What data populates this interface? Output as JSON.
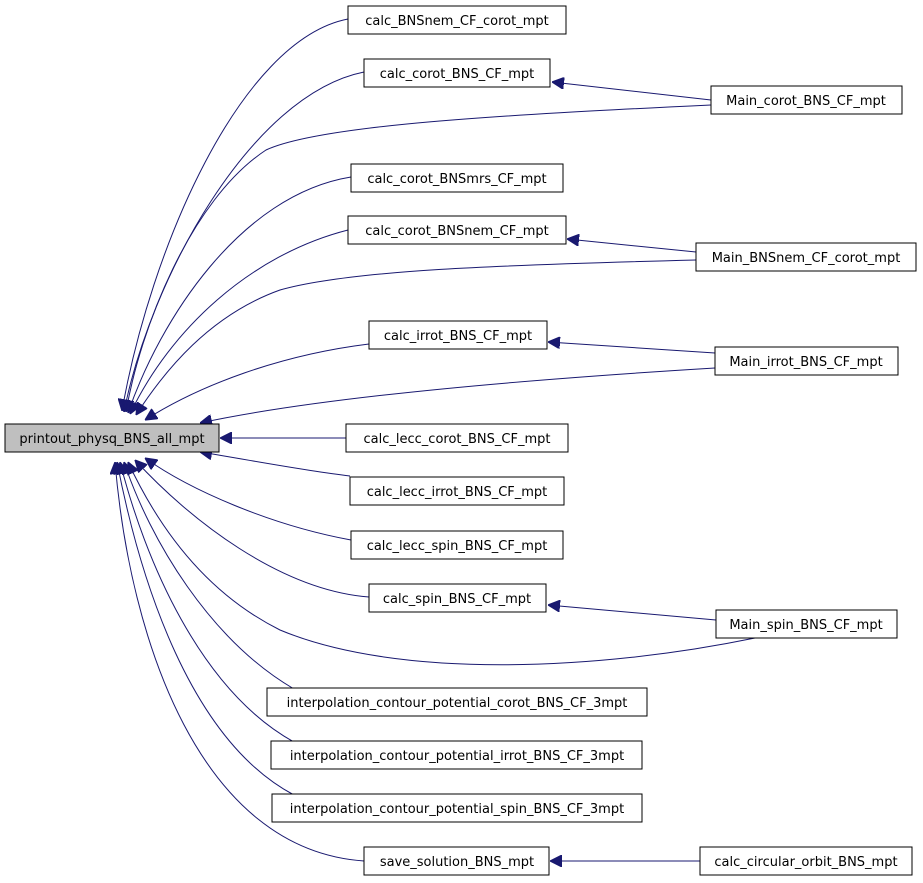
{
  "colors": {
    "edge": "#191970",
    "node_border": "#000000",
    "node_fill": "#ffffff",
    "root_fill": "#bfbfbf"
  },
  "nodes": {
    "root": "printout_physq_BNS_all_mpt",
    "n1": "calc_BNSnem_CF_corot_mpt",
    "n2": "calc_corot_BNS_CF_mpt",
    "n3": "Main_corot_BNS_CF_mpt",
    "n4": "calc_corot_BNSmrs_CF_mpt",
    "n5": "calc_corot_BNSnem_CF_mpt",
    "n6": "Main_BNSnem_CF_corot_mpt",
    "n7": "calc_irrot_BNS_CF_mpt",
    "n8": "Main_irrot_BNS_CF_mpt",
    "n9": "calc_lecc_corot_BNS_CF_mpt",
    "n10": "calc_lecc_irrot_BNS_CF_mpt",
    "n11": "calc_lecc_spin_BNS_CF_mpt",
    "n12": "calc_spin_BNS_CF_mpt",
    "n13": "Main_spin_BNS_CF_mpt",
    "n14": "interpolation_contour_potential_corot_BNS_CF_3mpt",
    "n15": "interpolation_contour_potential_irrot_BNS_CF_3mpt",
    "n16": "interpolation_contour_potential_spin_BNS_CF_3mpt",
    "n17": "save_solution_BNS_mpt",
    "n18": "calc_circular_orbit_BNS_mpt"
  }
}
